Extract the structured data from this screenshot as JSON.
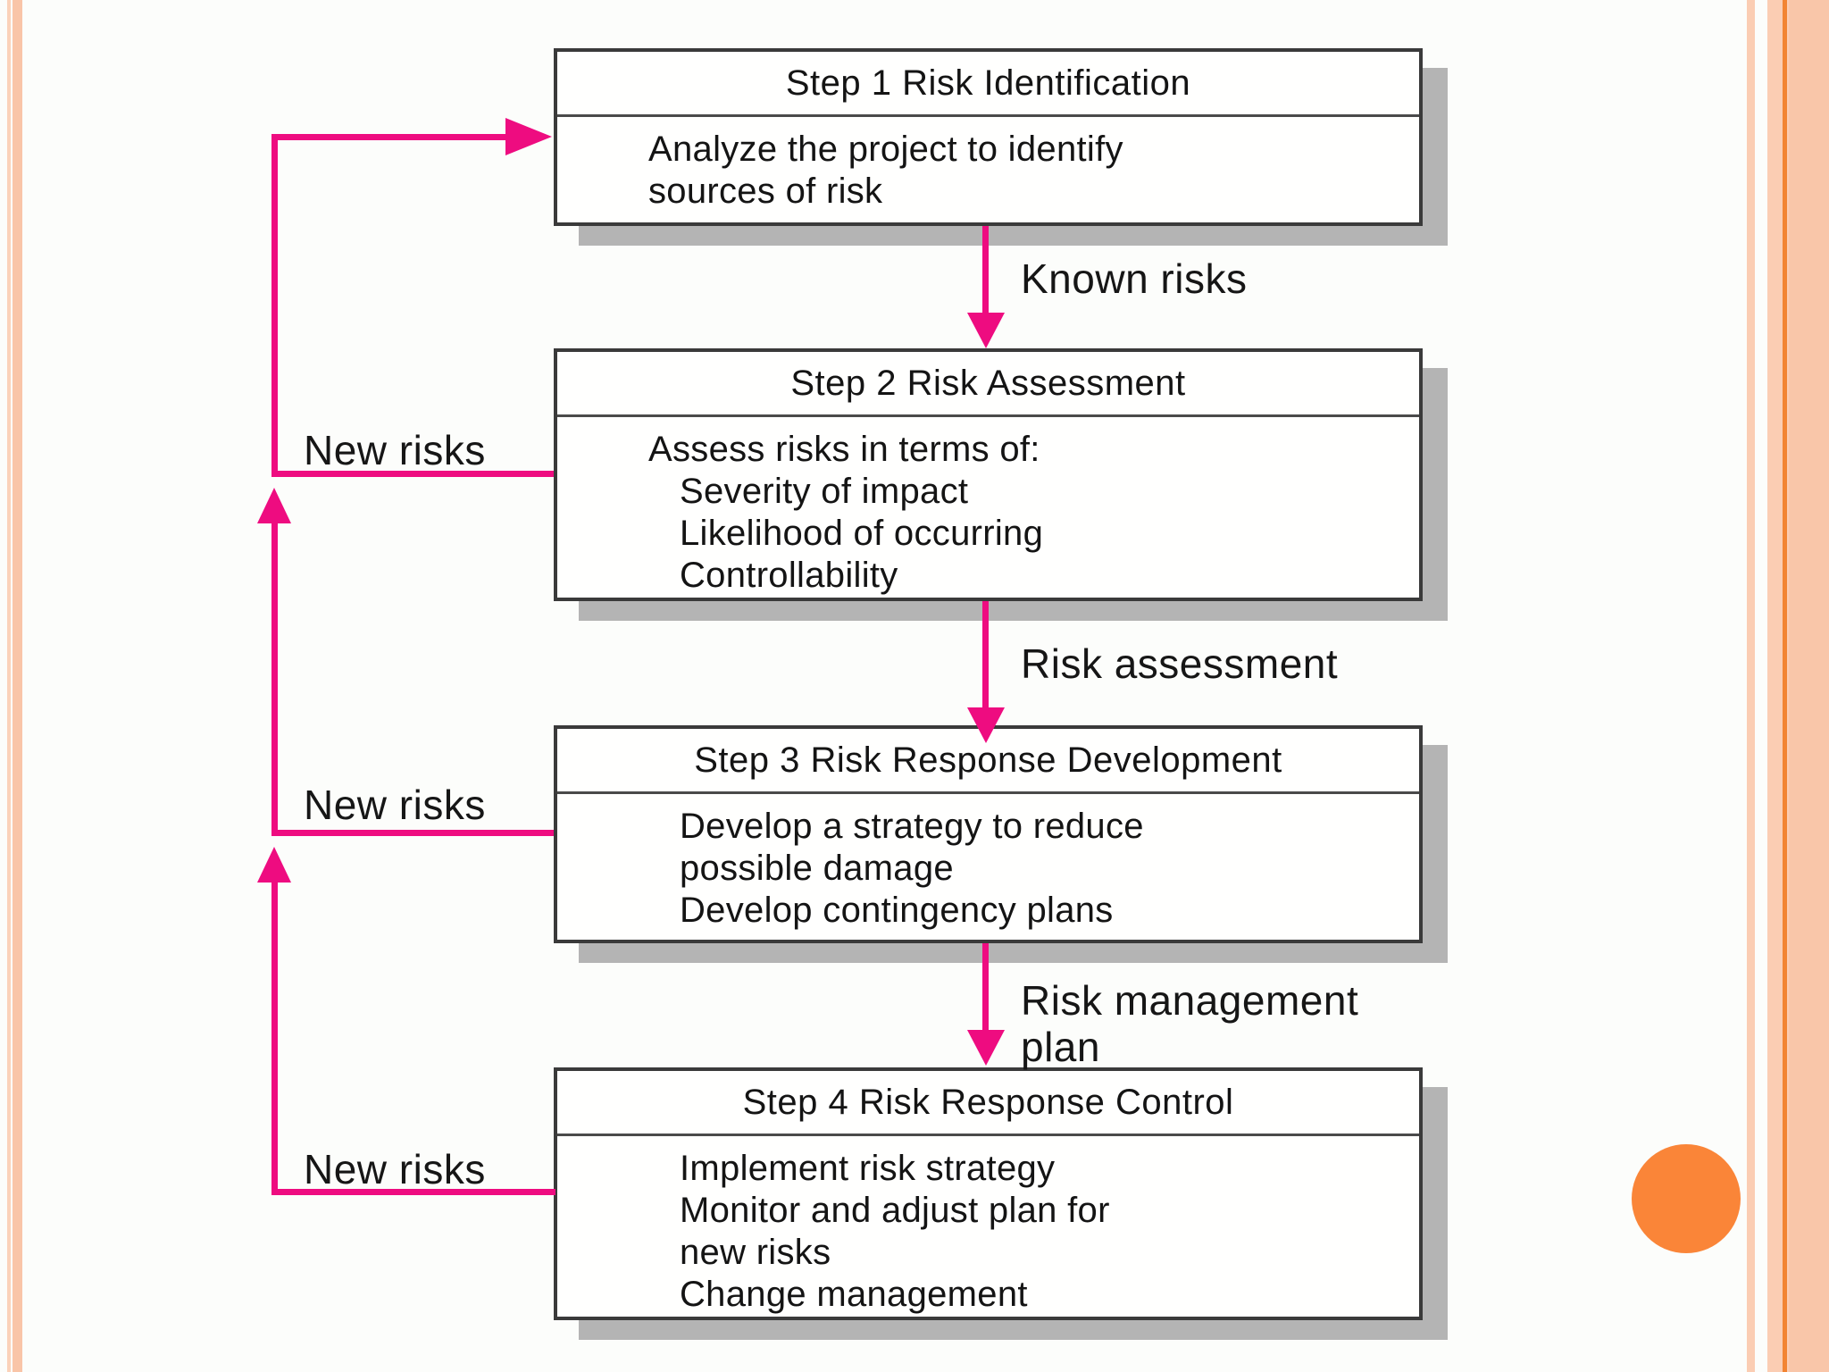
{
  "slide": {
    "background_color": "#fcfdfb",
    "stripe_color": "#f9c5a8",
    "accent_line_color": "#f28432",
    "circle_color": "#fa8538",
    "arrow_color": "#ee0c80",
    "box_shadow_color": "#b4b4b4"
  },
  "diagram": {
    "steps": [
      {
        "title": "Step 1 Risk Identification",
        "lines": [
          "Analyze the project to identify",
          "sources of risk"
        ]
      },
      {
        "title": "Step 2 Risk Assessment",
        "lines": [
          "Assess risks in terms of:",
          "Severity of impact",
          "Likelihood of occurring",
          "Controllability"
        ]
      },
      {
        "title": "Step 3 Risk Response Development",
        "lines": [
          "Develop a strategy to reduce",
          "possible damage",
          "Develop contingency plans"
        ]
      },
      {
        "title": "Step 4 Risk Response Control",
        "lines": [
          "Implement risk strategy",
          "Monitor and adjust plan for",
          "new risks",
          "Change management"
        ]
      }
    ],
    "flow_labels": [
      "Known risks",
      "Risk assessment",
      "Risk management plan"
    ],
    "feedback_label": "New risks"
  }
}
